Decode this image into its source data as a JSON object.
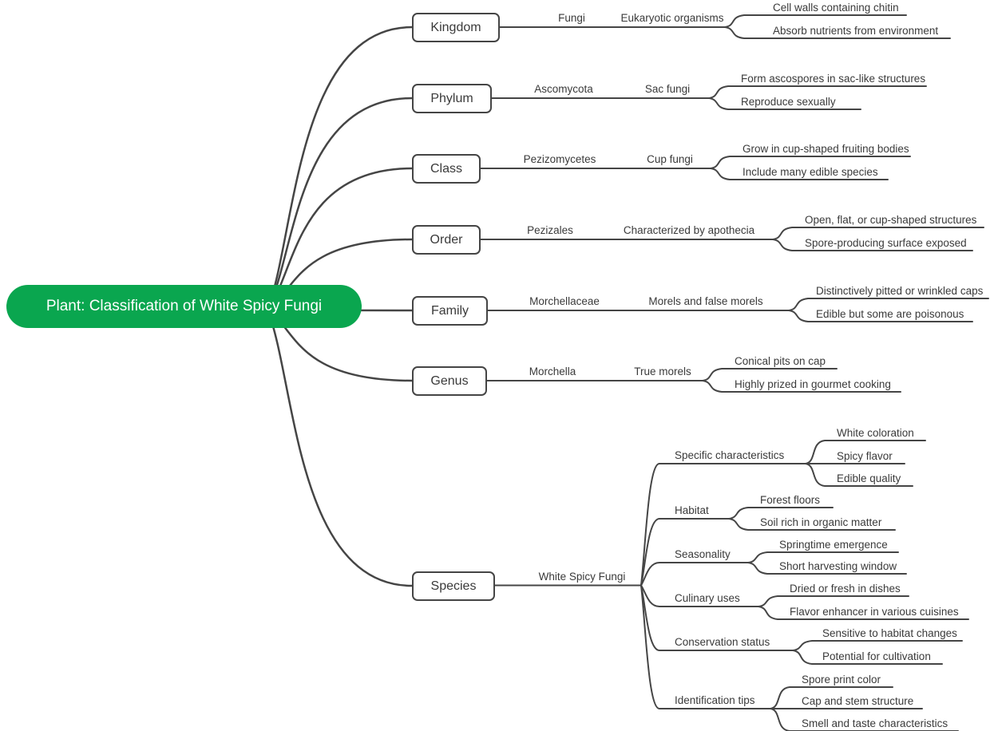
{
  "root": {
    "label": "Plant: Classification of White Spicy Fungi"
  },
  "colors": {
    "root_fill": "#0aa64f",
    "line": "#454545",
    "text": "#3a3a3a"
  },
  "taxonomy": [
    {
      "rank": "Kingdom",
      "name": "Fungi",
      "description": "Eukaryotic organisms",
      "traits": [
        "Cell walls containing chitin",
        "Absorb nutrients from environment"
      ]
    },
    {
      "rank": "Phylum",
      "name": "Ascomycota",
      "description": "Sac fungi",
      "traits": [
        "Form ascospores in sac-like structures",
        "Reproduce sexually"
      ]
    },
    {
      "rank": "Class",
      "name": "Pezizomycetes",
      "description": "Cup fungi",
      "traits": [
        "Grow in cup-shaped fruiting bodies",
        "Include many edible species"
      ]
    },
    {
      "rank": "Order",
      "name": "Pezizales",
      "description": "Characterized by apothecia",
      "traits": [
        "Open, flat, or cup-shaped structures",
        "Spore-producing surface exposed"
      ]
    },
    {
      "rank": "Family",
      "name": "Morchellaceae",
      "description": "Morels and false morels",
      "traits": [
        "Distinctively pitted or wrinkled caps",
        "Edible but some are poisonous"
      ]
    },
    {
      "rank": "Genus",
      "name": "Morchella",
      "description": "True morels",
      "traits": [
        "Conical pits on cap",
        "Highly prized in gourmet cooking"
      ]
    }
  ],
  "species": {
    "rank": "Species",
    "name": "White Spicy Fungi",
    "aspects": [
      {
        "label": "Specific characteristics",
        "items": [
          "White coloration",
          "Spicy flavor",
          "Edible quality"
        ]
      },
      {
        "label": "Habitat",
        "items": [
          "Forest floors",
          "Soil rich in organic matter"
        ]
      },
      {
        "label": "Seasonality",
        "items": [
          "Springtime emergence",
          "Short harvesting window"
        ]
      },
      {
        "label": "Culinary uses",
        "items": [
          "Dried or fresh in dishes",
          "Flavor enhancer in various cuisines"
        ]
      },
      {
        "label": "Conservation status",
        "items": [
          "Sensitive to habitat changes",
          "Potential for cultivation"
        ]
      },
      {
        "label": "Identification tips",
        "items": [
          "Spore print color",
          "Cap and stem structure",
          "Smell and taste characteristics"
        ]
      }
    ]
  }
}
